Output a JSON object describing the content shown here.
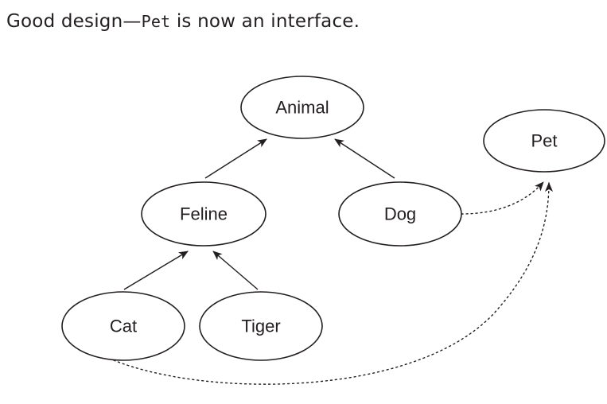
{
  "caption": {
    "prefix": "Good design—",
    "code": "Pet",
    "suffix": " is now an interface."
  },
  "nodes": {
    "animal": "Animal",
    "pet": "Pet",
    "feline": "Feline",
    "dog": "Dog",
    "cat": "Cat",
    "tiger": "Tiger"
  },
  "edges": [
    {
      "from": "feline",
      "to": "animal",
      "style": "solid"
    },
    {
      "from": "dog",
      "to": "animal",
      "style": "solid"
    },
    {
      "from": "cat",
      "to": "feline",
      "style": "solid"
    },
    {
      "from": "tiger",
      "to": "feline",
      "style": "solid"
    },
    {
      "from": "dog",
      "to": "pet",
      "style": "dotted"
    },
    {
      "from": "cat",
      "to": "pet",
      "style": "dotted"
    }
  ]
}
